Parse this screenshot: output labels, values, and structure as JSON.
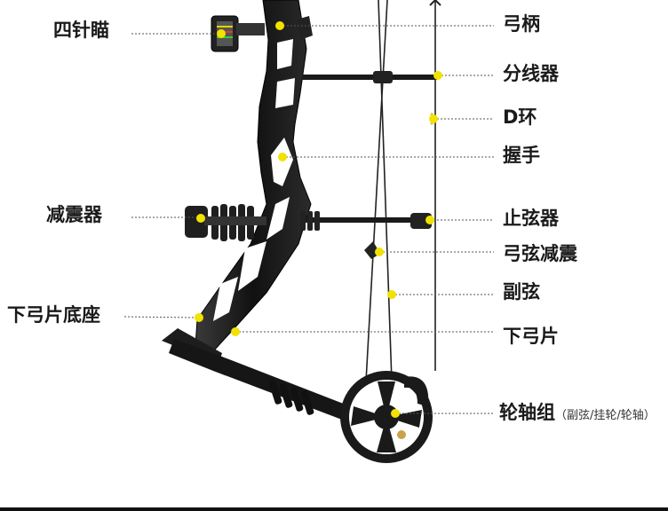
{
  "labels": {
    "four_pin_sight": "四针瞄",
    "riser": "弓柄",
    "cable_guard": "分线器",
    "d_loop": "D环",
    "grip": "握手",
    "stabilizer": "减震器",
    "string_stop": "止弦器",
    "string_dampener": "弓弦减震",
    "cable": "副弦",
    "limb_pocket": "下弓片底座",
    "lower_limb": "下弓片",
    "cam_system": "轮轴组",
    "cam_system_note": "（副弦/挂轮/轮轴）"
  },
  "colors": {
    "marker": "#f2e200",
    "leader_line": "#555555",
    "bow_body": "#1b1b1b",
    "background": "#ffffff"
  }
}
